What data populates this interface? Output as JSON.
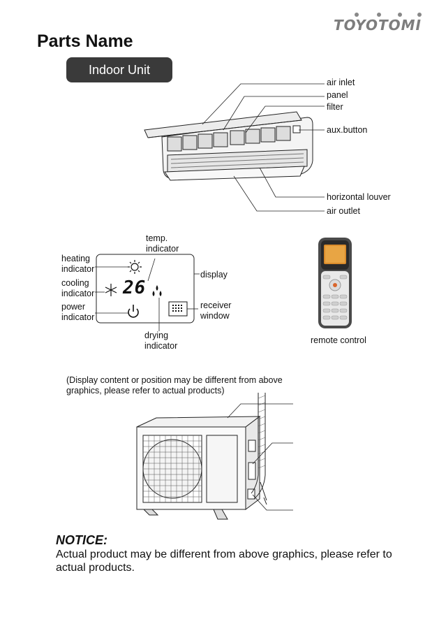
{
  "brand": {
    "name": "TOYOTOMI"
  },
  "heading": "Parts Name",
  "section_label": "Indoor Unit",
  "indoor_labels": {
    "air_inlet": "air inlet",
    "panel": "panel",
    "filter": "filter",
    "aux_button": "aux.button",
    "horizontal_louver": "horizontal louver",
    "air_outlet": "air outlet"
  },
  "display_panel": {
    "temp_indicator": [
      "temp.",
      "indicator"
    ],
    "heating_indicator": [
      "heating",
      "indicator"
    ],
    "cooling_indicator": [
      "cooling",
      "indicator"
    ],
    "power_indicator": [
      "power",
      "indicator"
    ],
    "display": "display",
    "receiver_window": [
      "receiver",
      "window"
    ],
    "drying_indicator": [
      "drying",
      "indicator"
    ],
    "temperature_reading": "26",
    "remote_control": "remote control"
  },
  "disclaimer": "(Display content or position may be different from above graphics, please refer to actual products)",
  "notice": {
    "title": "NOTICE:",
    "body": "Actual product may be different from above graphics, please refer to actual products."
  },
  "colors": {
    "pill_bg": "#3a3a3a",
    "logo": "#7d7d7d",
    "remote_screen": "#d98b2b"
  }
}
